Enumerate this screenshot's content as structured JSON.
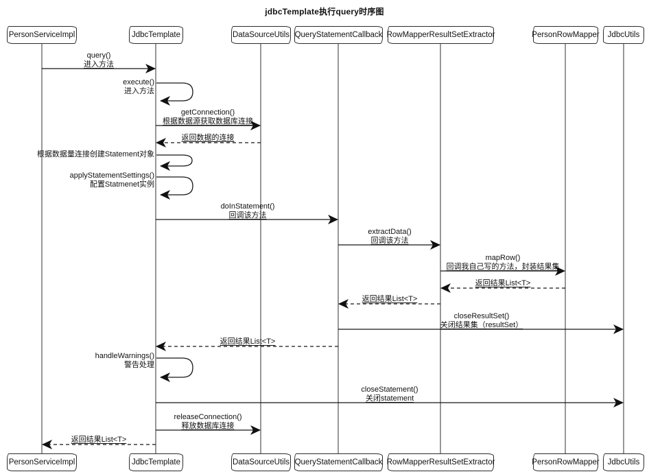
{
  "title": "jdbcTemplate执行query时序图",
  "colors": {
    "background": "#ffffff",
    "line": "#161616",
    "box_border": "#2a2a2a"
  },
  "participants": [
    {
      "label": "PersonServiceImpl"
    },
    {
      "label": "JdbcTemplate"
    },
    {
      "label": "DataSourceUtils"
    },
    {
      "label": "QueryStatementCallback"
    },
    {
      "label": "RowMapperResultSetExtractor"
    },
    {
      "label": "PersonRowMapper"
    },
    {
      "label": "JdbcUtils"
    }
  ],
  "messages": [
    {
      "from": "PersonServiceImpl",
      "to": "JdbcTemplate",
      "kind": "call",
      "line": "solid",
      "method": "query()",
      "note": "进入方法"
    },
    {
      "from": "JdbcTemplate",
      "to": "JdbcTemplate",
      "kind": "self",
      "line": "solid",
      "method": "execute()",
      "note": "进入方法"
    },
    {
      "from": "JdbcTemplate",
      "to": "DataSourceUtils",
      "kind": "call",
      "line": "solid",
      "method": "getConnection()",
      "note": "根据数据源获取数据库连接"
    },
    {
      "from": "DataSourceUtils",
      "to": "JdbcTemplate",
      "kind": "return",
      "line": "dashed",
      "note": "返回数据的连接"
    },
    {
      "from": "JdbcTemplate",
      "to": "JdbcTemplate",
      "kind": "self",
      "line": "solid",
      "method": "根据数据量连接创建Statement对象"
    },
    {
      "from": "JdbcTemplate",
      "to": "JdbcTemplate",
      "kind": "self",
      "line": "solid",
      "method": "applyStatementSettings()",
      "note": "配置Statmenet实例"
    },
    {
      "from": "JdbcTemplate",
      "to": "QueryStatementCallback",
      "kind": "call",
      "line": "solid",
      "method": "doInStatement()",
      "note": "回调该方法"
    },
    {
      "from": "QueryStatementCallback",
      "to": "RowMapperResultSetExtractor",
      "kind": "call",
      "line": "solid",
      "method": "extractData()",
      "note": "回调该方法"
    },
    {
      "from": "RowMapperResultSetExtractor",
      "to": "PersonRowMapper",
      "kind": "call",
      "line": "solid",
      "method": "mapRow()",
      "note": "回调我自己写的方法，封装结果集"
    },
    {
      "from": "PersonRowMapper",
      "to": "RowMapperResultSetExtractor",
      "kind": "return",
      "line": "dashed",
      "note": "返回结果List<T>"
    },
    {
      "from": "RowMapperResultSetExtractor",
      "to": "QueryStatementCallback",
      "kind": "return",
      "line": "dashed",
      "note": "返回结果List<T>"
    },
    {
      "from": "QueryStatementCallback",
      "to": "JdbcUtils",
      "kind": "call",
      "line": "solid",
      "method": "closeResultSet()",
      "note": "关闭结果集（resultSet）"
    },
    {
      "from": "QueryStatementCallback",
      "to": "JdbcTemplate",
      "kind": "return",
      "line": "dashed",
      "note": "返回结果List<T>"
    },
    {
      "from": "JdbcTemplate",
      "to": "JdbcTemplate",
      "kind": "self",
      "line": "solid",
      "method": "handleWarnings()",
      "note": "警告处理"
    },
    {
      "from": "JdbcTemplate",
      "to": "JdbcUtils",
      "kind": "call",
      "line": "solid",
      "method": "closeStatement()",
      "note": "关闭statement"
    },
    {
      "from": "JdbcTemplate",
      "to": "DataSourceUtils",
      "kind": "call",
      "line": "solid",
      "method": "releaseConnection()",
      "note": "释放数据库连接"
    },
    {
      "from": "JdbcTemplate",
      "to": "PersonServiceImpl",
      "kind": "return",
      "line": "dashed",
      "note": "返回结果List<T>"
    }
  ]
}
